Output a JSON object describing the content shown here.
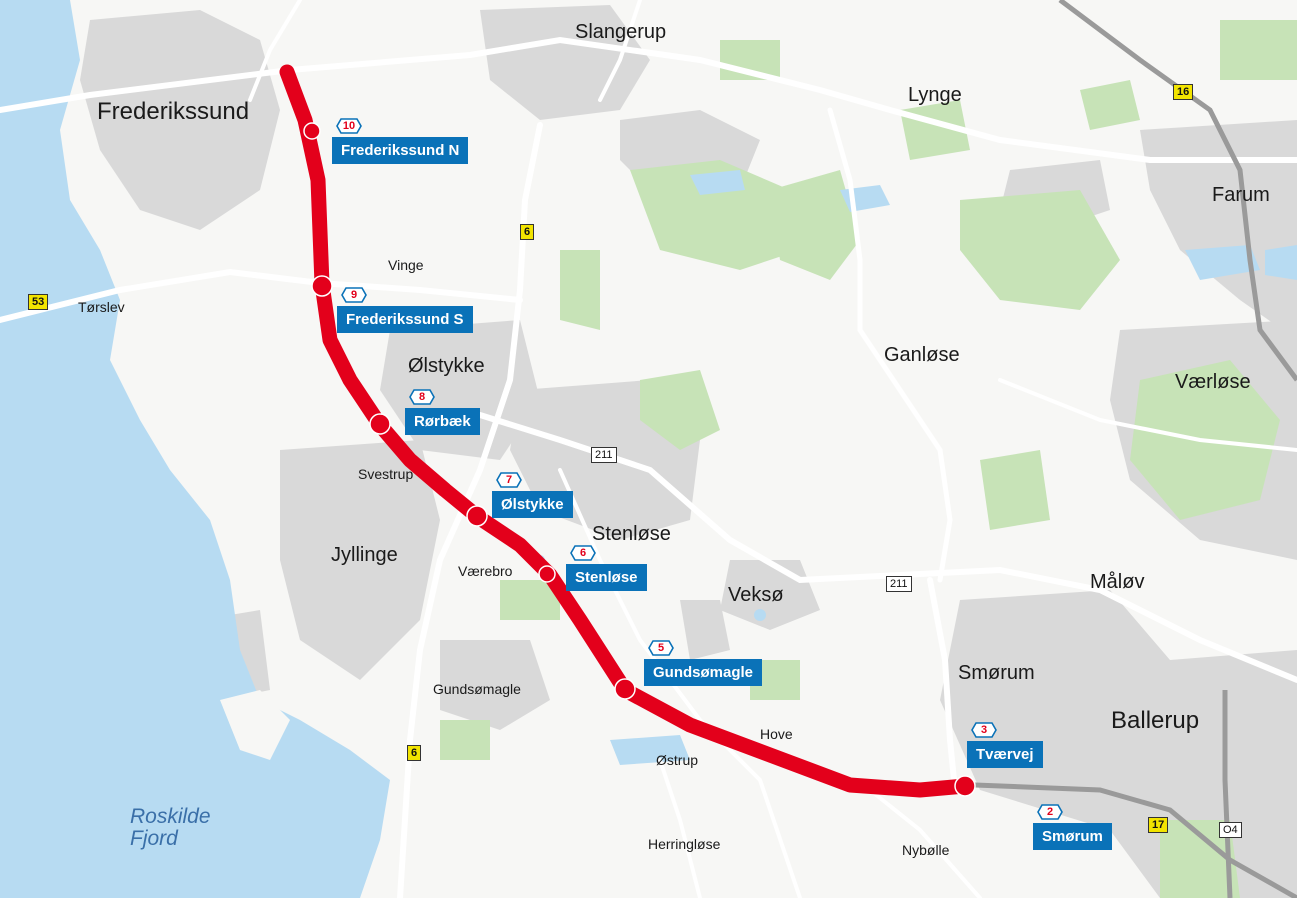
{
  "map": {
    "towns_large": [
      "Frederikssund",
      "Slangerup",
      "Lynge",
      "Farum",
      "Vinge",
      "Ølstykke",
      "Ganløse",
      "Værløse",
      "Stenløse",
      "Jyllinge",
      "Veksø",
      "Måløv",
      "Smørum",
      "Ballerup"
    ],
    "towns_small": [
      "Tørslev",
      "Svestrup",
      "Værebro",
      "Gundsømagle",
      "Hove",
      "Østrup",
      "Herringløse",
      "Nybølle"
    ],
    "water_label": [
      "Roskilde",
      "Fjord"
    ],
    "road_numbers": [
      "16",
      "6",
      "53",
      "211",
      "211",
      "6",
      "17",
      "O4"
    ],
    "exits": [
      {
        "number": "10",
        "name": "Frederikssund N"
      },
      {
        "number": "9",
        "name": "Frederikssund S"
      },
      {
        "number": "8",
        "name": "Rørbæk"
      },
      {
        "number": "7",
        "name": "Ølstykke"
      },
      {
        "number": "6",
        "name": "Stenløse"
      },
      {
        "number": "5",
        "name": "Gundsømagle"
      },
      {
        "number": "3",
        "name": "Tværvej"
      },
      {
        "number": "2",
        "name": "Smørum"
      }
    ]
  },
  "colors": {
    "motorway": "#e3001b",
    "exit_box": "#0a72b8",
    "water": "#b7dbf2",
    "urban": "#d9d9d9",
    "forest": "#c7e3b7",
    "road_number_bg": "#f2e400"
  }
}
